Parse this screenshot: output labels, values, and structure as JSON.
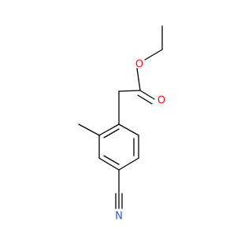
{
  "molecule": {
    "atoms": [
      {
        "id": "carbonyl-oxygen",
        "symbol": "O",
        "color": "#ff0d0d"
      },
      {
        "id": "ester-oxygen",
        "symbol": "O",
        "color": "#ff0d0d"
      },
      {
        "id": "nitrile-nitrogen",
        "symbol": "N",
        "color": "#3050f8"
      }
    ],
    "bond_color": "#000000"
  }
}
